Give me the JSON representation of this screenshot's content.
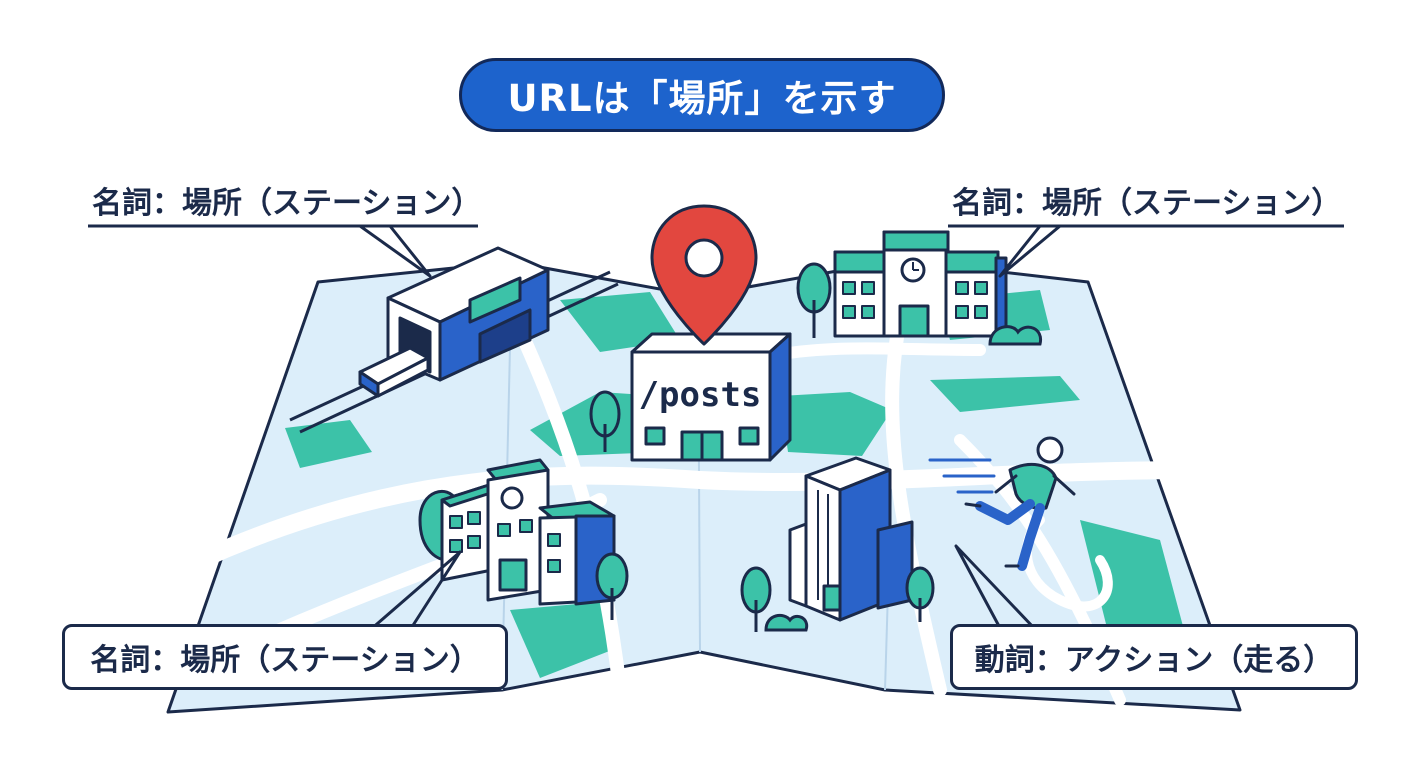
{
  "title": "URLは「場所」を示す",
  "labels": {
    "top_left": "名詞：場所（ステーション）",
    "top_right": "名詞：場所（ステーション）",
    "bottom_left": "名詞：場所（ステーション）",
    "bottom_right": "動詞：アクション（走る）"
  },
  "center_building_label": "/posts",
  "colors": {
    "title_fill": "#1d63cc",
    "outline": "#1b2a4a",
    "map_water": "#dceefa",
    "map_green": "#3cc2a8",
    "building_blue": "#2a63c9",
    "pin_red": "#e2473f"
  }
}
